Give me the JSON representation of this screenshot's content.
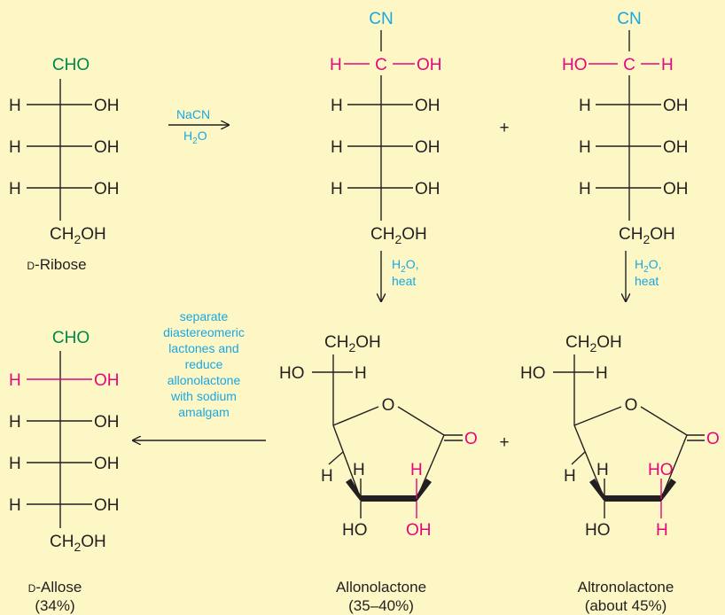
{
  "colors": {
    "background": "#fdf7c6",
    "black": "#231f20",
    "green": "#00864a",
    "magenta": "#e5067e",
    "cyan": "#1aa7e0"
  },
  "ribose": {
    "top_group": "CHO",
    "rows": [
      {
        "left": "H",
        "right": "OH"
      },
      {
        "left": "H",
        "right": "OH"
      },
      {
        "left": "H",
        "right": "OH"
      }
    ],
    "bottom_group": "CH2OH",
    "name_prefix": "D",
    "name_suffix": "-Ribose"
  },
  "step1": {
    "reagent_top": "NaCN",
    "reagent_bottom": "H2O"
  },
  "cyanohydrin_1": {
    "top_group": "CN",
    "new_left": "H",
    "new_center": "C",
    "new_right": "OH",
    "rows": [
      {
        "left": "H",
        "right": "OH"
      },
      {
        "left": "H",
        "right": "OH"
      },
      {
        "left": "H",
        "right": "OH"
      }
    ],
    "bottom_group": "CH2OH"
  },
  "plus_sign": "+",
  "cyanohydrin_2": {
    "top_group": "CN",
    "new_left": "HO",
    "new_center": "C",
    "new_right": "H",
    "rows": [
      {
        "left": "H",
        "right": "OH"
      },
      {
        "left": "H",
        "right": "OH"
      },
      {
        "left": "H",
        "right": "OH"
      }
    ],
    "bottom_group": "CH2OH"
  },
  "step2": {
    "reagent_line1": "H2O,",
    "reagent_line2": "heat"
  },
  "allonolactone": {
    "side_top": "CH2OH",
    "side_left": "HO",
    "side_right": "H",
    "ring_oxygen": "O",
    "carbonyl_oxygen": "O",
    "c4_h": "H",
    "c3_h": "H",
    "c2_up": "H",
    "c3_oh": "HO",
    "c2_down": "OH",
    "name": "Allonolactone",
    "yield": "(35–40%)"
  },
  "altronolactone": {
    "side_top": "CH2OH",
    "side_left": "HO",
    "side_right": "H",
    "ring_oxygen": "O",
    "carbonyl_oxygen": "O",
    "c4_h": "H",
    "c3_h": "H",
    "c2_up": "HO",
    "c3_oh": "HO",
    "c2_down": "H",
    "name": "Altronolactone",
    "yield": "(about 45%)"
  },
  "step3": {
    "lines": [
      "separate",
      "diastereomeric",
      "lactones and",
      "reduce",
      "allonolactone",
      "with sodium",
      "amalgam"
    ]
  },
  "allose": {
    "top_group": "CHO",
    "rows": [
      {
        "left": "H",
        "right": "OH"
      },
      {
        "left": "H",
        "right": "OH"
      },
      {
        "left": "H",
        "right": "OH"
      },
      {
        "left": "H",
        "right": "OH"
      }
    ],
    "bottom_group": "CH2OH",
    "name_prefix": "D",
    "name_suffix": "-Allose",
    "yield": "(34%)"
  }
}
